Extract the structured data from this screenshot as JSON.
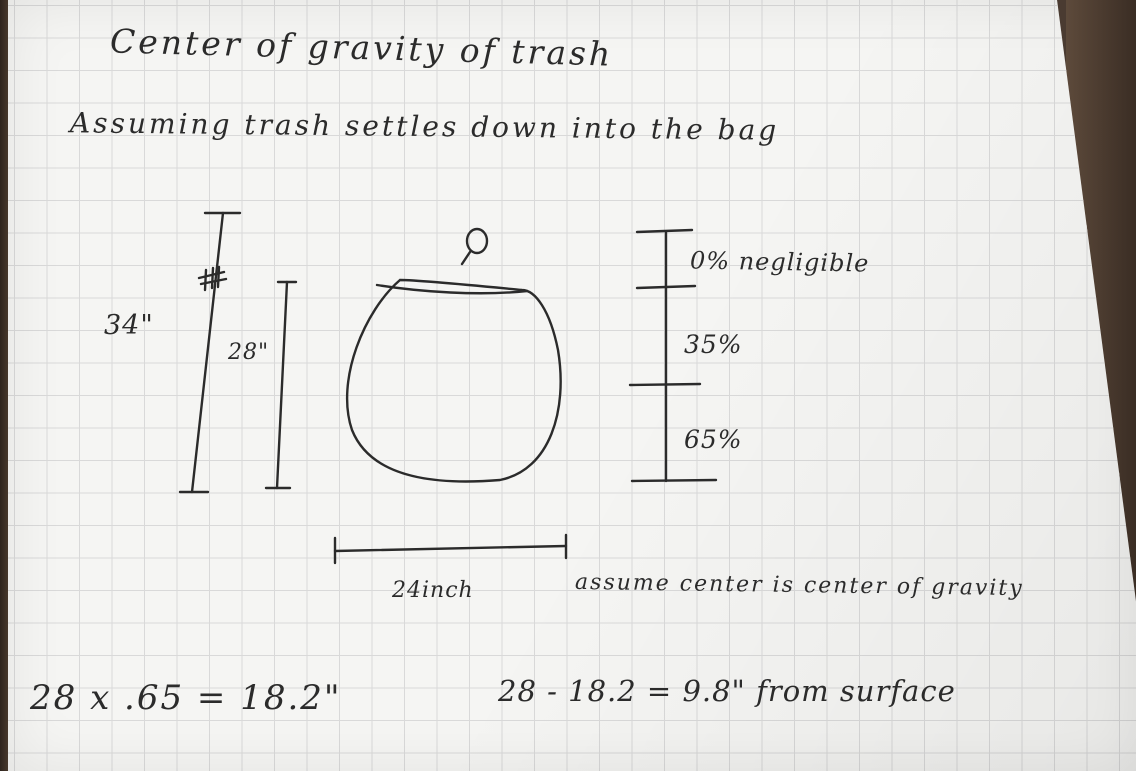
{
  "title": "Center of gravity of trash",
  "assumption": "Assuming trash settles down into the bag",
  "dimensions": {
    "outer_height": "34\"",
    "inner_height": "28\"",
    "width": "24inch"
  },
  "sections": [
    {
      "label": "0% negligible"
    },
    {
      "label": "35%"
    },
    {
      "label": "65%"
    }
  ],
  "note": "assume center is center of gravity",
  "equations": {
    "first": "28 x .65 = 18.2\"",
    "second": "28 - 18.2 = 9.8\" from surface"
  },
  "colors": {
    "ink": "#2b2b2b",
    "paper": "#f5f5f3",
    "grid": "#d9d9d9"
  }
}
